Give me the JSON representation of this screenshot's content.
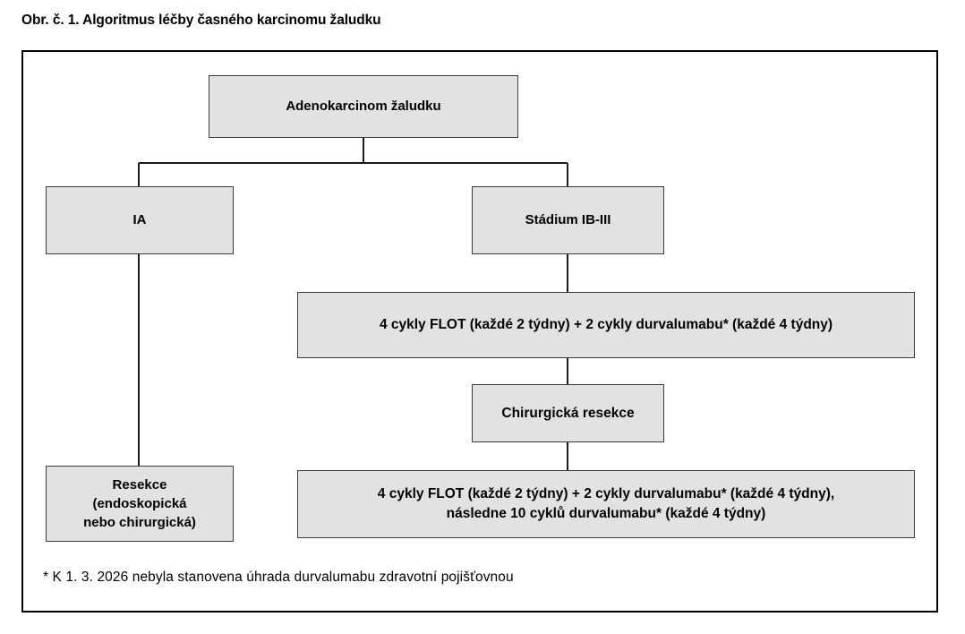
{
  "figure": {
    "caption": "Obr. č. 1. Algoritmus léčby časného karcinomu žaludku",
    "footnote": "* K 1. 3. 2026 nebyla stanovena úhrada durvalumabu zdravotní pojišťovnou"
  },
  "colors": {
    "box_fill": "#e2e2e2",
    "box_border": "#3b3b3b",
    "frame_border": "#000000",
    "connector": "#1a1a1a",
    "text": "#000000",
    "background": "#ffffff"
  },
  "nodes": {
    "adenocarcinoma": {
      "label": "Adenokarcinom žaludku"
    },
    "stage_ia": {
      "label": "IA"
    },
    "stage_ib_iii": {
      "label": "Stádium IB-III"
    },
    "flot_neoadjuvant": {
      "label": "4 cykly FLOT (každé 2 týdny) + 2 cykly durvalumabu* (každé 4 týdny)"
    },
    "surgical_resection": {
      "label": "Chirurgická resekce"
    },
    "resection_options": {
      "label": "Resekce\n(endoskopická\nnebo chirurgická)"
    },
    "flot_perioperative": {
      "label": "4 cykly FLOT (každé 2 týdny) + 2 cykly durvalumabu* (každé 4 týdny),\nnásledne 10 cyklů durvalumabu* (každé 4 týdny)"
    }
  },
  "chart_data": {
    "type": "diagram",
    "title": "Obr. č. 1. Algoritmus léčby časného karcinomu žaludku",
    "nodes": [
      {
        "id": "adenocarcinoma",
        "label": "Adenokarcinom žaludku",
        "level": 0
      },
      {
        "id": "stage_ia",
        "label": "IA",
        "level": 1
      },
      {
        "id": "stage_ib_iii",
        "label": "Stádium IB-III",
        "level": 1
      },
      {
        "id": "flot_neoadjuvant",
        "label": "4 cykly FLOT (každé 2 týdny) + 2 cykly durvalumabu* (každé 4 týdny)",
        "level": 2
      },
      {
        "id": "surgical_resection",
        "label": "Chirurgická resekce",
        "level": 3
      },
      {
        "id": "resection_options",
        "label": "Resekce (endoskopická nebo chirurgická)",
        "level": 4
      },
      {
        "id": "flot_perioperative",
        "label": "4 cykly FLOT (každé 2 týdny) + 2 cykly durvalumabu* (každé 4 týdny), následne 10 cyklů durvalumabu* (každé 4 týdny)",
        "level": 4
      }
    ],
    "edges": [
      {
        "from": "adenocarcinoma",
        "to": "stage_ia"
      },
      {
        "from": "adenocarcinoma",
        "to": "stage_ib_iii"
      },
      {
        "from": "stage_ia",
        "to": "resection_options"
      },
      {
        "from": "stage_ib_iii",
        "to": "flot_neoadjuvant"
      },
      {
        "from": "flot_neoadjuvant",
        "to": "surgical_resection"
      },
      {
        "from": "surgical_resection",
        "to": "flot_perioperative"
      }
    ],
    "annotations": [
      "* K 1. 3. 2026 nebyla stanovena úhrada durvalumabu zdravotní pojišťovnou"
    ]
  }
}
